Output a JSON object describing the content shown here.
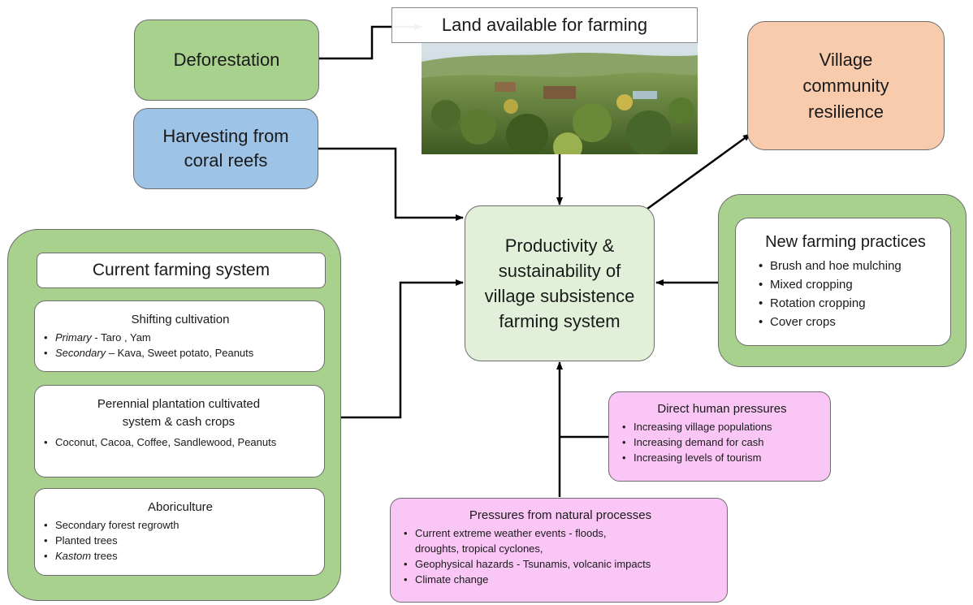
{
  "deforestation": "Deforestation",
  "harvesting": "Harvesting from coral reefs",
  "land": "Land available for farming",
  "village_resilience": "Village community resilience",
  "central": "Productivity & sustainability of village subsistence farming system",
  "new_practices": {
    "title": "New farming practices",
    "items": [
      "Brush and hoe mulching",
      "Mixed cropping",
      "Rotation cropping",
      "Cover crops"
    ]
  },
  "current_system": {
    "title": "Current farming system",
    "shifting": {
      "title": "Shifting cultivation",
      "item1_label": "Primary",
      "item1_text": " - Taro , Yam",
      "item2_label": "Secondary",
      "item2_text": " – Kava, Sweet potato,  Peanuts"
    },
    "perennial": {
      "title": "Perennial plantation cultivated system & cash crops",
      "item1": "Coconut, Cacoa, Coffee, Sandlewood, Peanuts"
    },
    "aboriculture": {
      "title": "Aboriculture",
      "item1": "Secondary forest regrowth",
      "item2": "Planted trees",
      "item3_label": "Kastom",
      "item3_text": " trees"
    }
  },
  "human_pressures": {
    "title": "Direct human pressures",
    "items": [
      "Increasing village populations",
      "Increasing demand for cash",
      "Increasing levels of tourism"
    ]
  },
  "natural_pressures": {
    "title": "Pressures from natural processes",
    "items": [
      "Current extreme weather events - floods, droughts, tropical cyclones,",
      "Geophysical hazards - Tsunamis, volcanic impacts",
      "Climate change"
    ]
  },
  "colors": {
    "green": "#a9d18e",
    "blue": "#9dc3e6",
    "peach": "#f8cbad",
    "pale_green": "#e2f0d9",
    "pink": "#f9c6f5"
  }
}
